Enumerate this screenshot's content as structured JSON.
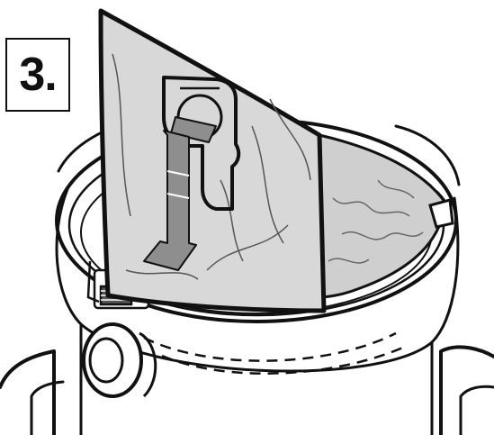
{
  "step": {
    "number_label": "3."
  },
  "colors": {
    "outline": "#111111",
    "bag_fill": "#d8d8d8",
    "bag_inner_fill": "#cfcfcf",
    "arrow_fill": "#8e8e8e",
    "background": "#ffffff"
  },
  "illustration": {
    "subject": "vacuum-cleaner-container-with-dust-bag",
    "arrow_direction": "down-left"
  }
}
